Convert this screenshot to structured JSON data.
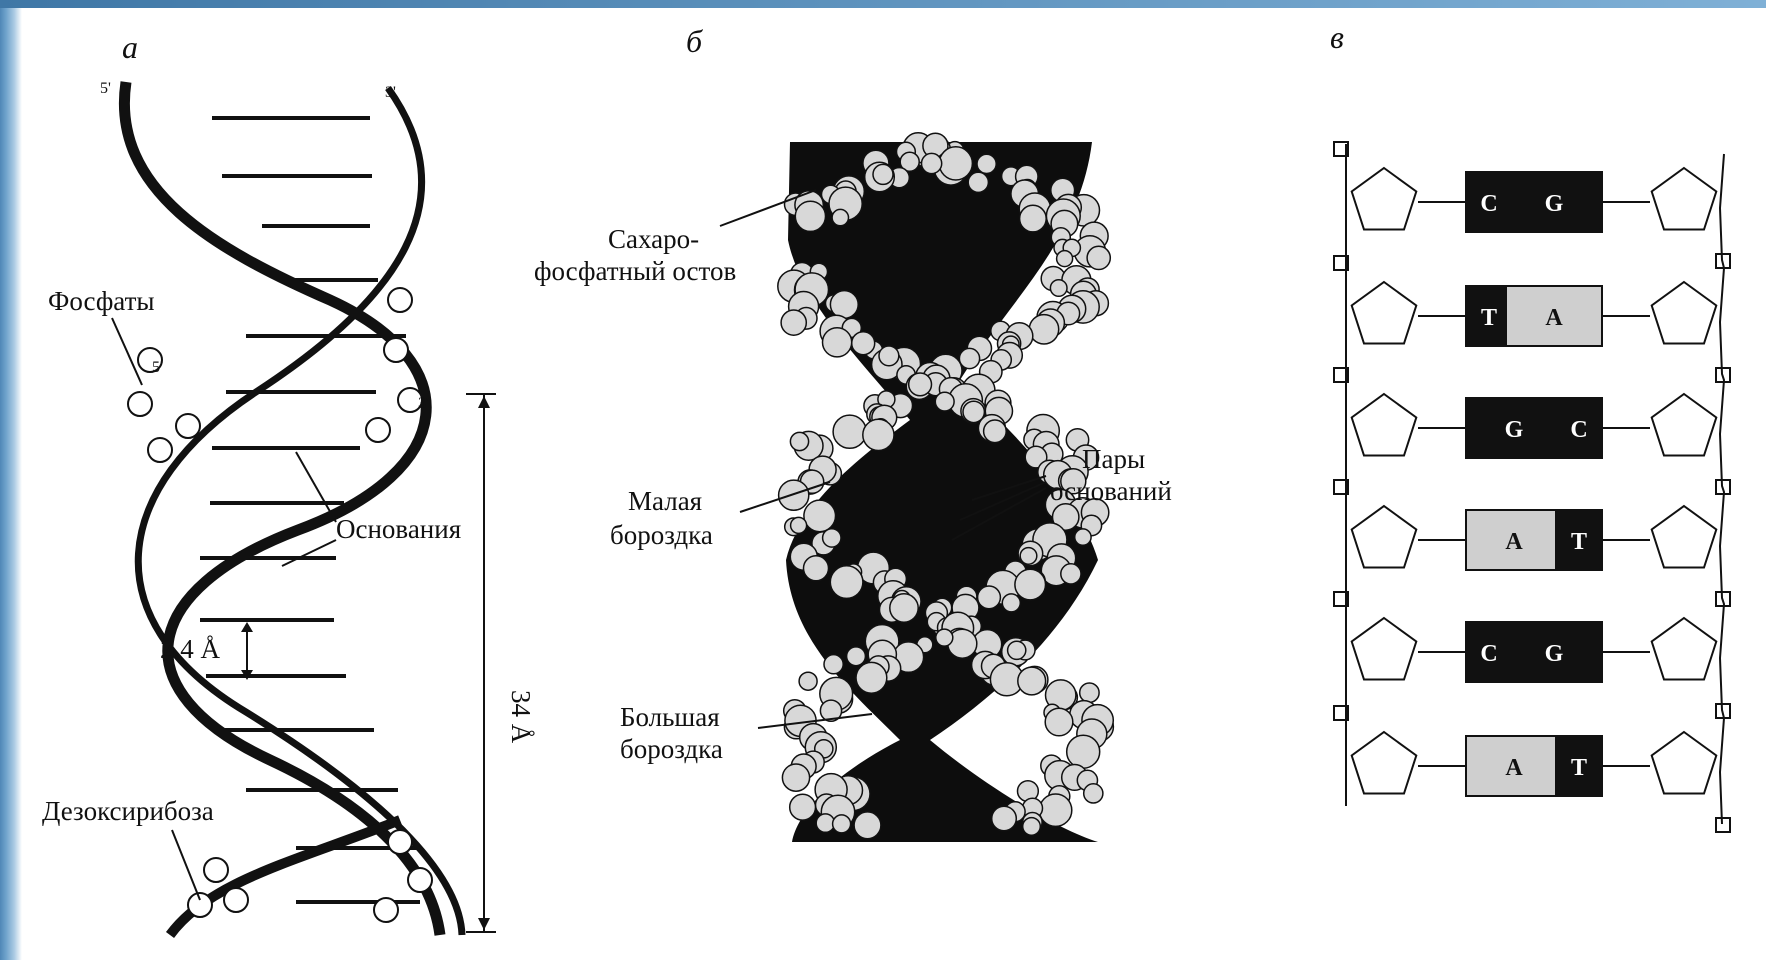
{
  "panels": {
    "a": {
      "letter": "а",
      "end5_top": "5'",
      "end3_top": "3'",
      "label_phosphates": "Фосфаты",
      "label_bases": "Основания",
      "label_rise": "2.4 Å",
      "label_pitch": "34 Å",
      "label_deoxyribose": "Дезоксирибоза",
      "ring_5": "5'",
      "ring_3": "3'"
    },
    "b": {
      "letter": "б",
      "label_backbone_1": "Сахаро-",
      "label_backbone_2": "фосфатный остов",
      "label_pairs_1": "Пары",
      "label_pairs_2": "оснований",
      "label_minor_1": "Малая",
      "label_minor_2": "бороздка",
      "label_major_1": "Большая",
      "label_major_2": "бороздка"
    },
    "c": {
      "letter": "в",
      "pairs": [
        {
          "left": "C",
          "right": "G",
          "left_shade": "dark",
          "right_shade": "dark"
        },
        {
          "left": "T",
          "right": "A",
          "left_shade": "dark",
          "right_shade": "light"
        },
        {
          "left": "G",
          "right": "C",
          "left_shade": "dark",
          "right_shade": "dark"
        },
        {
          "left": "A",
          "right": "T",
          "left_shade": "light",
          "right_shade": "dark"
        },
        {
          "left": "C",
          "right": "G",
          "left_shade": "dark",
          "right_shade": "dark"
        },
        {
          "left": "A",
          "right": "T",
          "left_shade": "light",
          "right_shade": "dark"
        }
      ]
    }
  },
  "colors": {
    "dark_base": "#111111",
    "light_base": "#cfcfcf",
    "frame_accent": "#5b93c2"
  }
}
